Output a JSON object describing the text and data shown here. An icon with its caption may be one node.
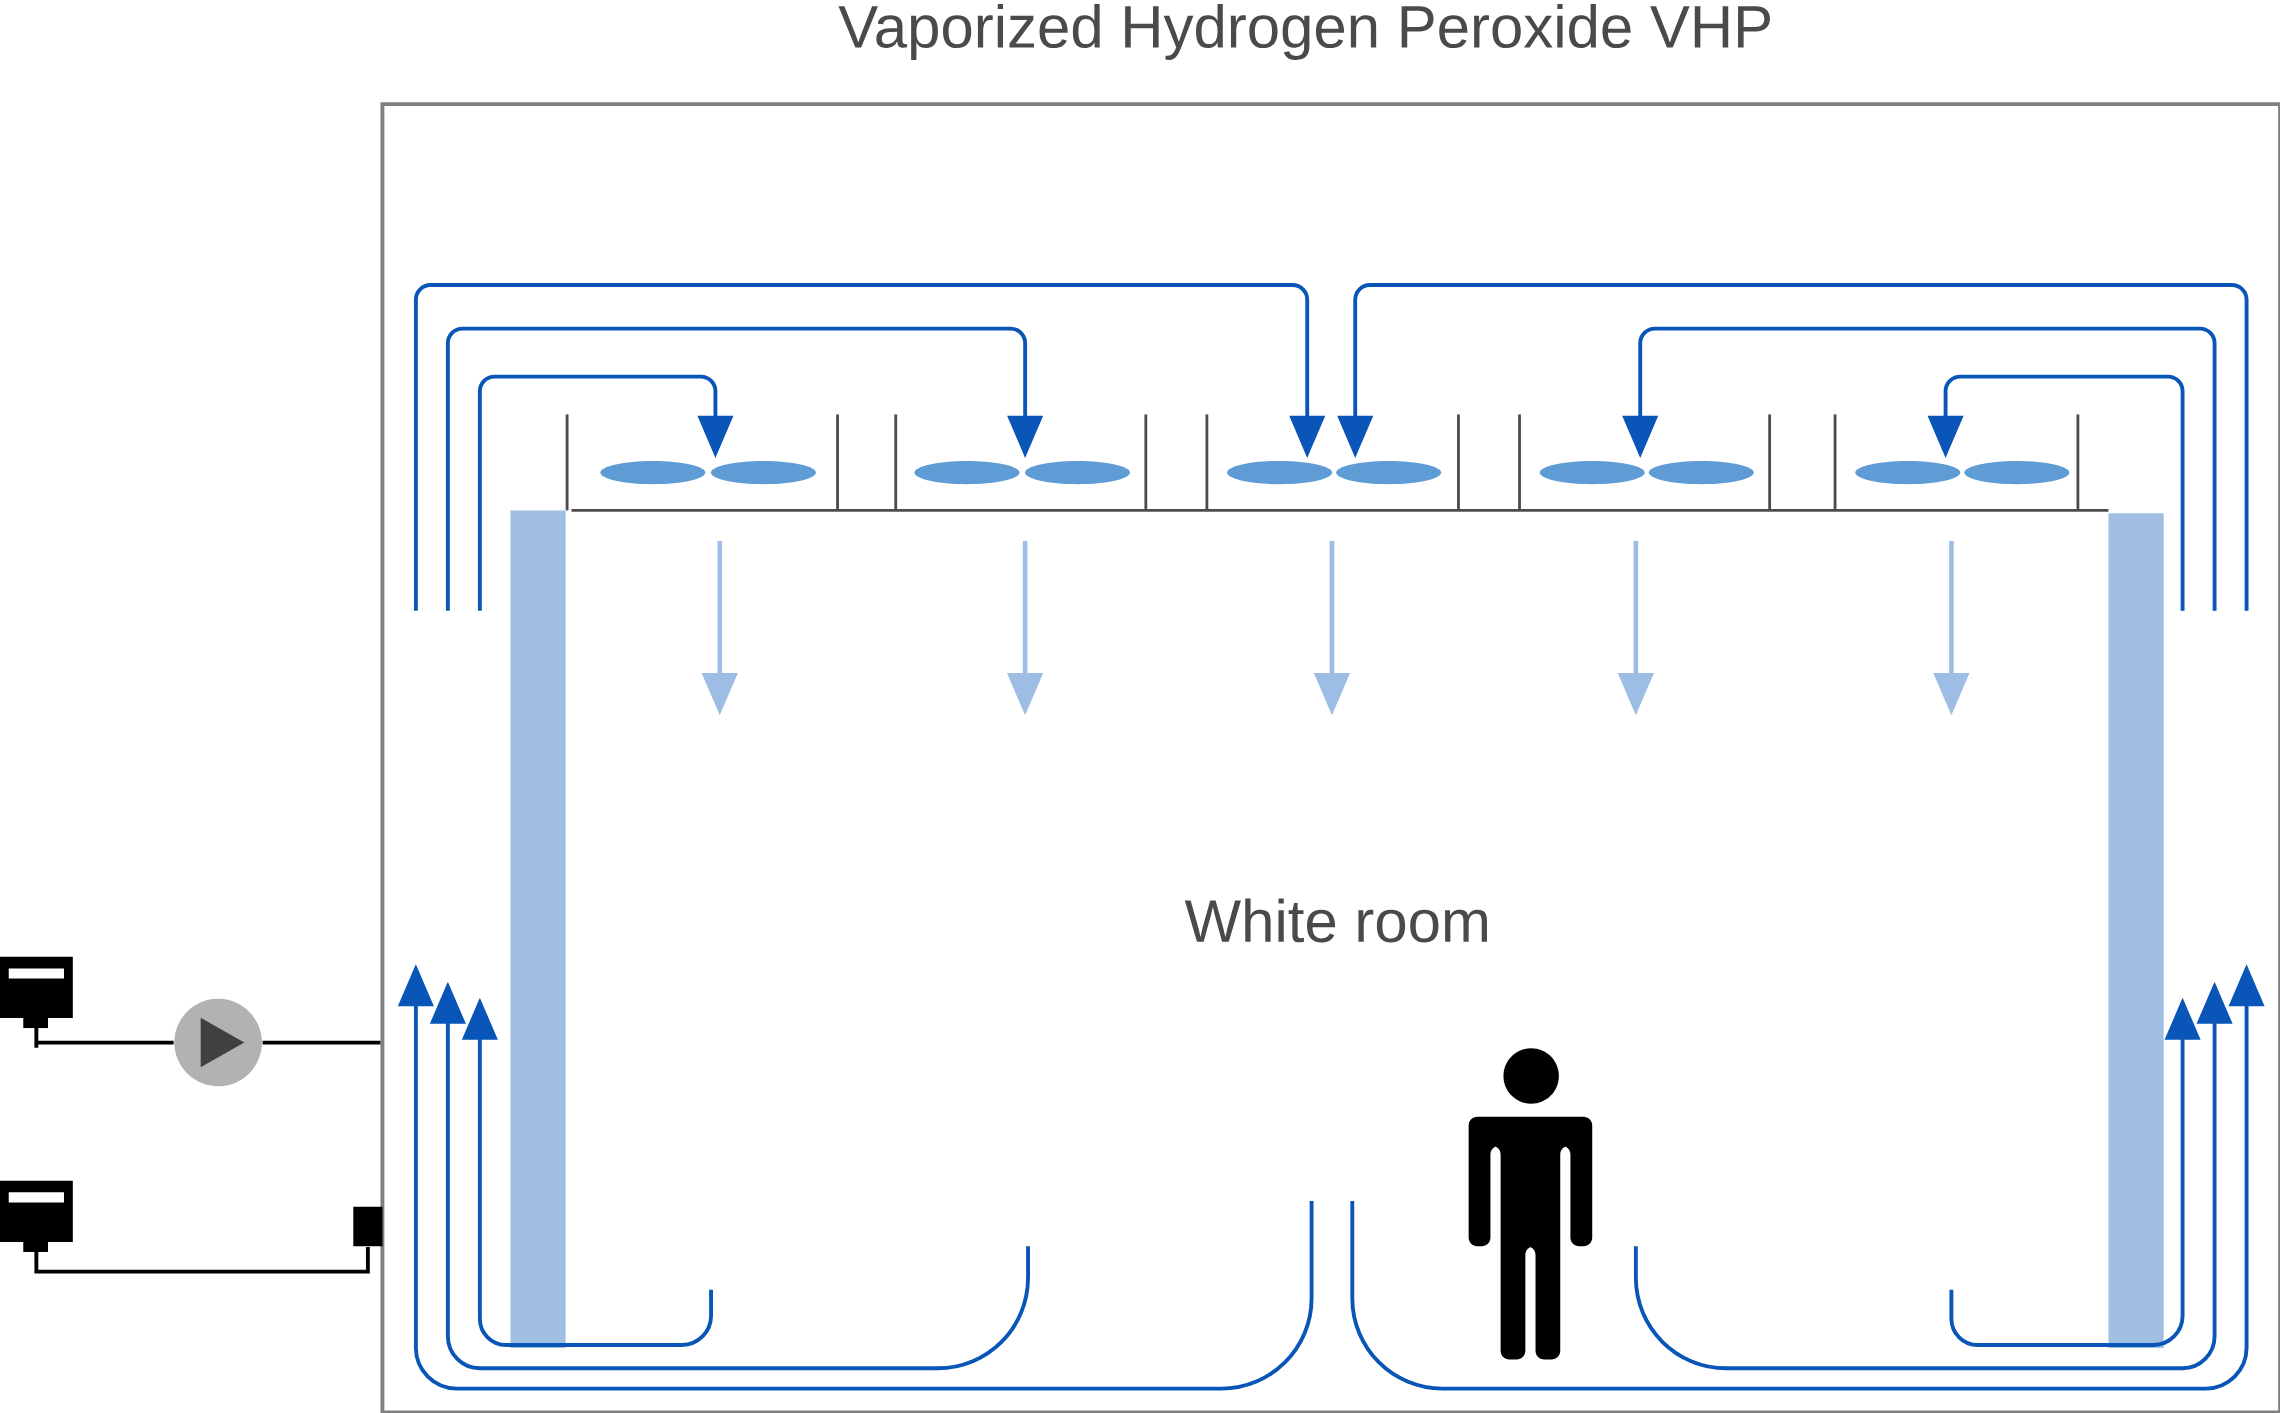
{
  "diagram": {
    "title": "Vaporized Hydrogen Peroxide VHP",
    "nodes": [
      {
        "text": [
          "White room"
        ]
      },
      {
        "text": [],
        "shape": "picture"
      },
      {
        "text": [],
        "shape": "circle"
      },
      {
        "text": [],
        "shape": "picture"
      },
      {
        "text": [],
        "shape": "box"
      }
    ],
    "edges": [
      {
        "from": 1,
        "to": 2,
        "arrow": "none"
      },
      {
        "from": 2,
        "to": 0,
        "arrow": "none"
      },
      {
        "from": 3,
        "to": 4,
        "arrow": "none"
      }
    ]
  }
}
